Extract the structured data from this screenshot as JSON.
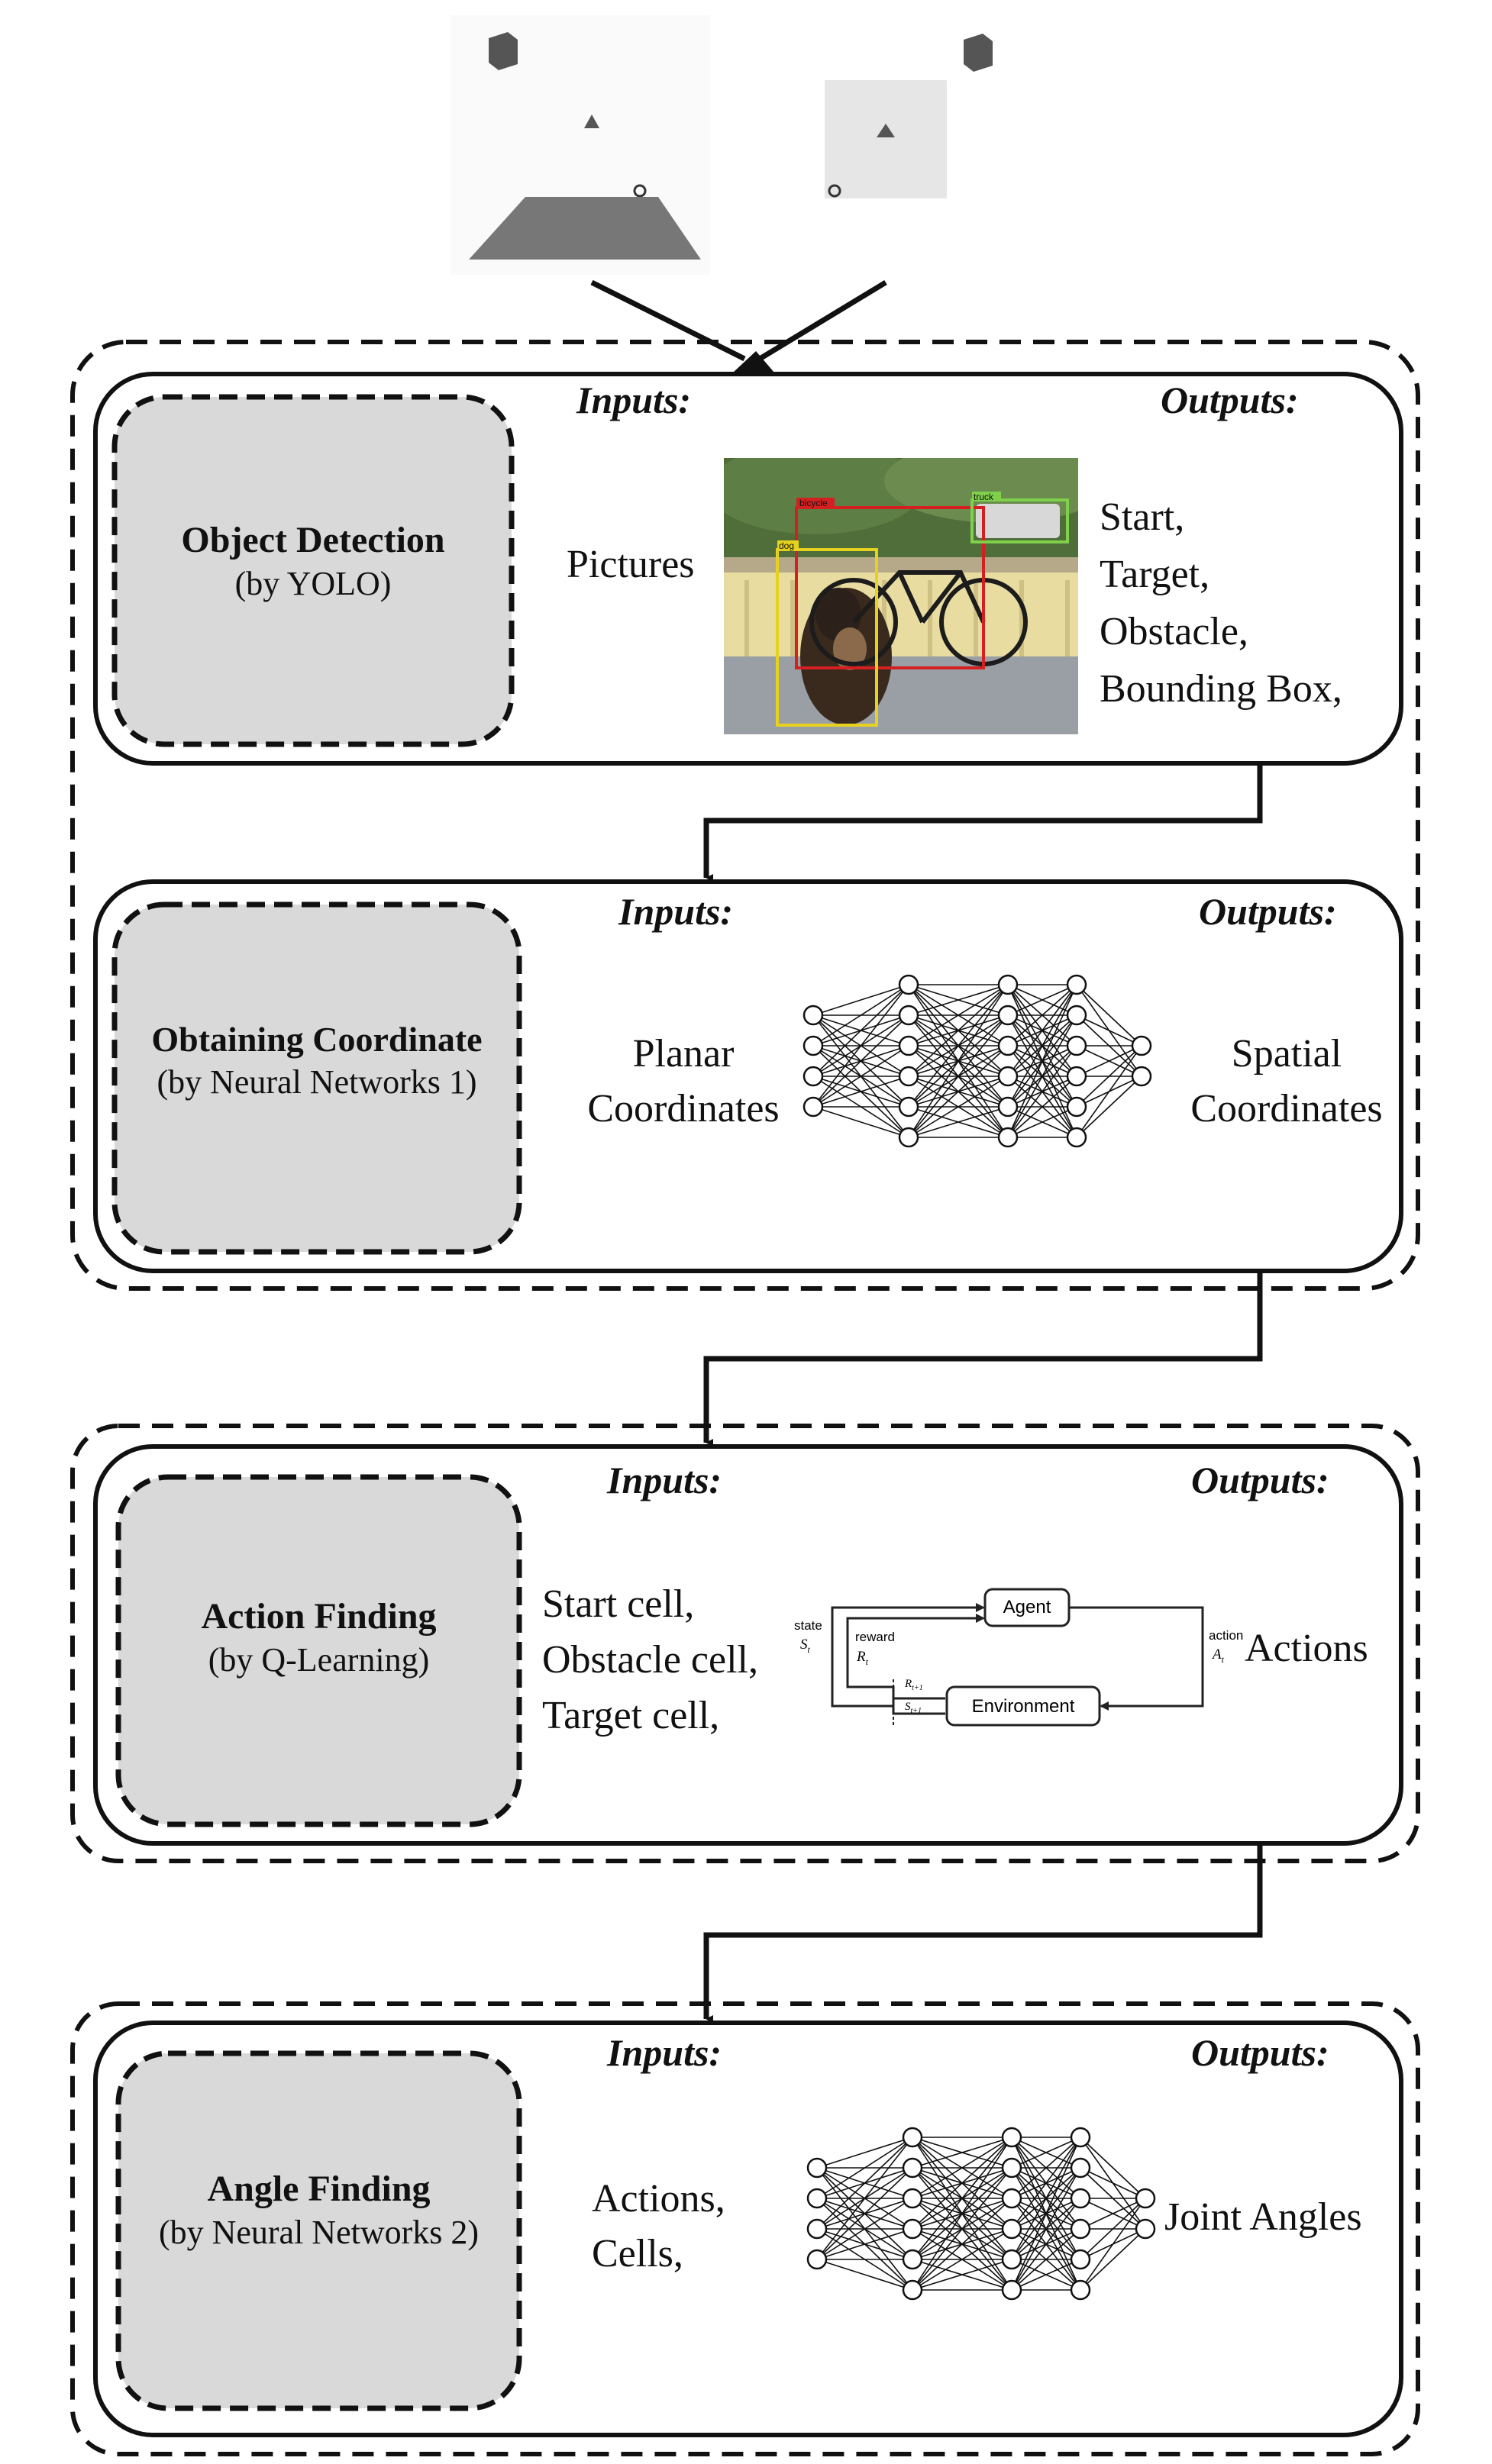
{
  "stages": [
    {
      "key": "object-detection",
      "title": "Object Detection",
      "subtitle": "(by YOLO)",
      "inputs_label": "Inputs:",
      "outputs_label": "Outputs:",
      "inputs": [
        "Pictures"
      ],
      "outputs": [
        "Start,",
        "Target,",
        "Obstacle,",
        "Bounding Box,"
      ],
      "photo_labels": [
        "bicycle",
        "dog",
        "truck"
      ]
    },
    {
      "key": "obtaining-coordinate",
      "title": "Obtaining Coordinate",
      "subtitle": "(by Neural Networks 1)",
      "inputs_label": "Inputs:",
      "outputs_label": "Outputs:",
      "inputs": [
        "Planar",
        "Coordinates"
      ],
      "outputs": [
        "Spatial",
        "Coordinates"
      ]
    },
    {
      "key": "action-finding",
      "title": "Action Finding",
      "subtitle": "(by Q-Learning)",
      "inputs_label": "Inputs:",
      "outputs_label": "Outputs:",
      "inputs": [
        "Start cell,",
        "Obstacle cell,",
        "Target cell,"
      ],
      "outputs": [
        "Actions"
      ],
      "rl_diagram": {
        "agent": "Agent",
        "environment": "Environment",
        "state": "state",
        "state_sym": "S",
        "state_sub": "t",
        "reward": "reward",
        "reward_sym": "R",
        "reward_sub": "t",
        "action": "action",
        "action_sym": "A",
        "action_sub": "t",
        "next_reward": "R",
        "next_reward_sub": "t+1",
        "next_state": "S",
        "next_state_sub": "t+1"
      }
    },
    {
      "key": "angle-finding",
      "title": "Angle Finding",
      "subtitle": "(by Neural Networks 2)",
      "inputs_label": "Inputs:",
      "outputs_label": "Outputs:",
      "inputs": [
        "Actions,",
        "Cells,"
      ],
      "outputs": [
        "Joint Angles"
      ]
    }
  ],
  "colors": {
    "module_fill": "#d9d9d9",
    "line": "#111111",
    "photo_box_red": "#d42020",
    "photo_box_yellow": "#e6d21e",
    "photo_box_green": "#7fd04a"
  }
}
